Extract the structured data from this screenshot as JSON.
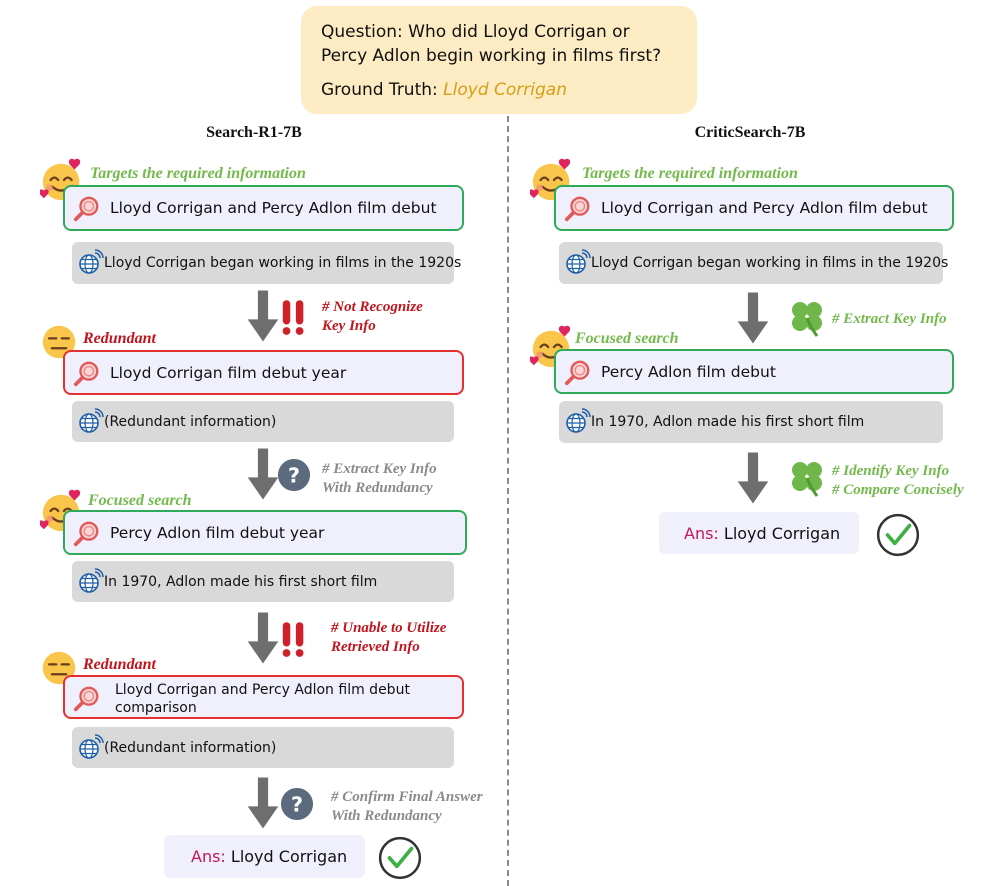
{
  "question": {
    "line1": "Question: Who did Lloyd Corrigan or",
    "line2": "Percy Adlon begin working in films first?",
    "ground_truth_label": "Ground Truth:",
    "ground_truth_value": "Lloyd Corrigan"
  },
  "left": {
    "title": "Search-R1-7B",
    "labels": [
      "Targets the required information",
      "Redundant",
      "Focused search",
      "Redundant"
    ],
    "queries": [
      "Lloyd Corrigan and Percy Adlon film debut",
      "Lloyd Corrigan film debut year",
      "Percy Adlon film debut year",
      "Lloyd Corrigan and Percy Adlon film debut",
      "comparison"
    ],
    "results": [
      "Lloyd Corrigan began working in films in the 1920s",
      "(Redundant information)",
      "In 1970, Adlon made his first short film",
      "(Redundant information)"
    ],
    "notes": [
      [
        "# Not Recognize",
        "Key Info"
      ],
      [
        "# Extract Key Info",
        "With Redundancy"
      ],
      [
        "# Unable to Utilize",
        "Retrieved Info"
      ],
      [
        "# Confirm Final Answer",
        "With Redundancy"
      ]
    ],
    "answer_prefix": "Ans:",
    "answer": "Lloyd Corrigan"
  },
  "right": {
    "title": "CriticSearch-7B",
    "labels": [
      "Targets the required information",
      "Focused search"
    ],
    "queries": [
      "Lloyd Corrigan and Percy Adlon film debut",
      "Percy Adlon film debut"
    ],
    "results": [
      "Lloyd Corrigan began working in films in the 1920s",
      "In 1970, Adlon made his first short film"
    ],
    "notes": [
      [
        "# Extract Key Info"
      ],
      [
        "# Identify Key Info",
        "# Compare Concisely"
      ]
    ],
    "answer_prefix": "Ans:",
    "answer": "Lloyd Corrigan"
  },
  "colors": {
    "question_bg": "#fcebc3",
    "ground_truth": "#d4a017",
    "good_border": "#2eaa5a",
    "bad_border": "#e53030",
    "good_label": "#73b94b",
    "bad_label": "#c0151f",
    "note_gray": "#8a8a8a",
    "query_bg": "#eff0fb",
    "result_bg": "#d9d9d9",
    "answer_prefix": "#c2185b"
  },
  "icons": [
    "smiling-face-with-hearts-icon",
    "expressionless-face-icon",
    "magnifier-icon",
    "globe-icon",
    "double-exclamation-icon",
    "question-mark-icon",
    "four-leaf-clover-icon",
    "check-mark-icon",
    "down-arrow-icon"
  ]
}
